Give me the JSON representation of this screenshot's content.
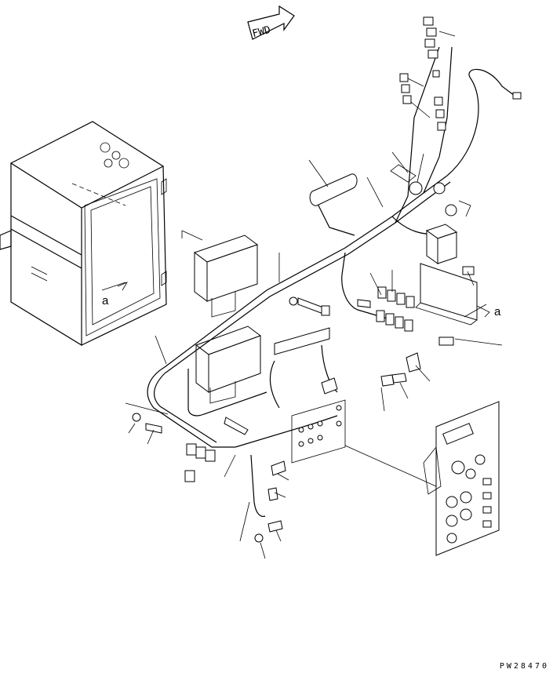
{
  "drawing": {
    "direction_arrow_label": "FWD",
    "reference_mark_label": "a",
    "drawing_number": "PW28470"
  },
  "colors": {
    "line": "#000000",
    "background": "#ffffff"
  },
  "icons": [
    "forward-arrow-icon",
    "reference-arrow-icon"
  ]
}
